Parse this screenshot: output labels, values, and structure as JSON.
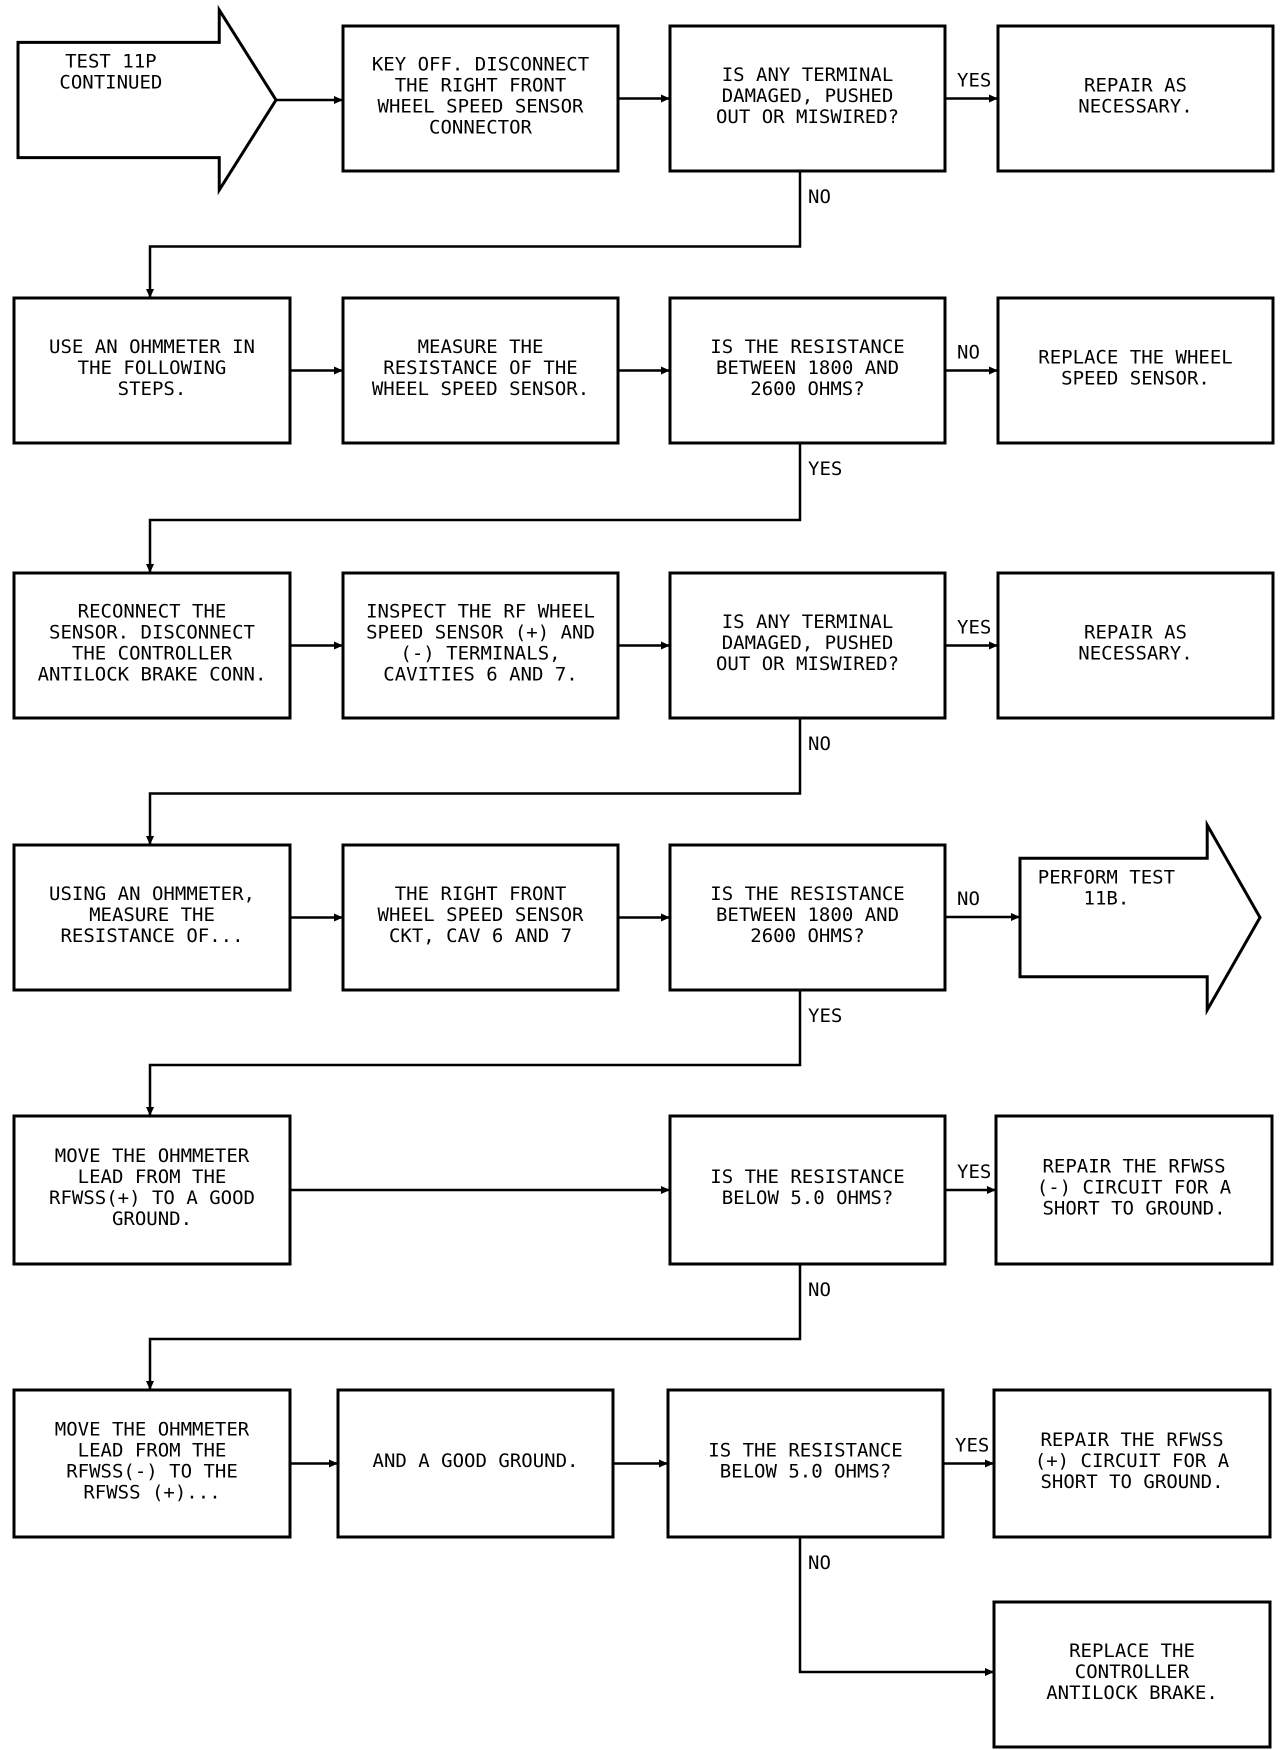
{
  "flowchart": {
    "nodes": {
      "start": {
        "shape": "arrow",
        "lines": [
          "TEST 11P",
          "CONTINUED"
        ]
      },
      "key_off": {
        "shape": "box",
        "lines": [
          "KEY OFF. DISCONNECT",
          "THE RIGHT FRONT",
          "WHEEL SPEED SENSOR",
          "CONNECTOR"
        ]
      },
      "q1": {
        "shape": "box",
        "lines": [
          "IS ANY TERMINAL",
          "DAMAGED, PUSHED",
          "OUT OR MISWIRED?"
        ]
      },
      "repair1": {
        "shape": "box",
        "lines": [
          "REPAIR AS",
          "NECESSARY."
        ]
      },
      "use_ohm": {
        "shape": "box",
        "lines": [
          "USE AN OHMMETER IN",
          "THE FOLLOWING",
          "STEPS."
        ]
      },
      "measure": {
        "shape": "box",
        "lines": [
          "MEASURE THE",
          "RESISTANCE OF THE",
          "WHEEL SPEED SENSOR."
        ]
      },
      "q2": {
        "shape": "box",
        "lines": [
          "IS THE RESISTANCE",
          "BETWEEN 1800 AND",
          "2600 OHMS?"
        ]
      },
      "replace_s": {
        "shape": "box",
        "lines": [
          "REPLACE THE WHEEL",
          "SPEED SENSOR."
        ]
      },
      "reconnect": {
        "shape": "box",
        "lines": [
          "RECONNECT THE",
          "SENSOR. DISCONNECT",
          "THE CONTROLLER",
          "ANTILOCK BRAKE CONN."
        ]
      },
      "inspect": {
        "shape": "box",
        "lines": [
          "INSPECT THE RF WHEEL",
          "SPEED SENSOR (+) AND",
          "(-) TERMINALS,",
          "CAVITIES 6 AND 7."
        ]
      },
      "q3": {
        "shape": "box",
        "lines": [
          "IS ANY TERMINAL",
          "DAMAGED, PUSHED",
          "OUT OR MISWIRED?"
        ]
      },
      "repair2": {
        "shape": "box",
        "lines": [
          "REPAIR AS",
          "NECESSARY."
        ]
      },
      "using_ohm": {
        "shape": "box",
        "lines": [
          "USING AN OHMMETER,",
          "MEASURE THE",
          "RESISTANCE OF..."
        ]
      },
      "rf_ckt": {
        "shape": "box",
        "lines": [
          "THE RIGHT FRONT",
          "WHEEL SPEED SENSOR",
          "CKT, CAV 6 AND 7"
        ]
      },
      "q4": {
        "shape": "box",
        "lines": [
          "IS THE RESISTANCE",
          "BETWEEN 1800 AND",
          "2600 OHMS?"
        ]
      },
      "test11b": {
        "shape": "arrow",
        "lines": [
          "PERFORM TEST",
          "11B."
        ]
      },
      "move1": {
        "shape": "box",
        "lines": [
          "MOVE THE OHMMETER",
          "LEAD FROM THE",
          "RFWSS(+) TO A GOOD",
          "GROUND."
        ]
      },
      "q5": {
        "shape": "box",
        "lines": [
          "IS THE RESISTANCE",
          "BELOW 5.0 OHMS?"
        ]
      },
      "repair_neg": {
        "shape": "box",
        "lines": [
          "REPAIR THE RFWSS",
          "(-) CIRCUIT FOR A",
          "SHORT TO GROUND."
        ]
      },
      "move2": {
        "shape": "box",
        "lines": [
          "MOVE THE OHMMETER",
          "LEAD FROM THE",
          "RFWSS(-) TO THE",
          "RFWSS (+)..."
        ]
      },
      "good_gnd": {
        "shape": "box",
        "lines": [
          "AND A GOOD GROUND."
        ]
      },
      "q6": {
        "shape": "box",
        "lines": [
          "IS THE RESISTANCE",
          "BELOW 5.0 OHMS?"
        ]
      },
      "repair_pos": {
        "shape": "box",
        "lines": [
          "REPAIR THE RFWSS",
          "(+) CIRCUIT FOR A",
          "SHORT TO GROUND."
        ]
      },
      "replace_c": {
        "shape": "box",
        "lines": [
          "REPLACE THE",
          "CONTROLLER",
          "ANTILOCK BRAKE."
        ]
      }
    },
    "edges": [
      {
        "from": "start",
        "to": "key_off",
        "label": ""
      },
      {
        "from": "key_off",
        "to": "q1",
        "label": ""
      },
      {
        "from": "q1",
        "to": "repair1",
        "label": "YES"
      },
      {
        "from": "q1",
        "to": "use_ohm",
        "label": "NO"
      },
      {
        "from": "use_ohm",
        "to": "measure",
        "label": ""
      },
      {
        "from": "measure",
        "to": "q2",
        "label": ""
      },
      {
        "from": "q2",
        "to": "replace_s",
        "label": "NO"
      },
      {
        "from": "q2",
        "to": "reconnect",
        "label": "YES"
      },
      {
        "from": "reconnect",
        "to": "inspect",
        "label": ""
      },
      {
        "from": "inspect",
        "to": "q3",
        "label": ""
      },
      {
        "from": "q3",
        "to": "repair2",
        "label": "YES"
      },
      {
        "from": "q3",
        "to": "using_ohm",
        "label": "NO"
      },
      {
        "from": "using_ohm",
        "to": "rf_ckt",
        "label": ""
      },
      {
        "from": "rf_ckt",
        "to": "q4",
        "label": ""
      },
      {
        "from": "q4",
        "to": "test11b",
        "label": "NO"
      },
      {
        "from": "q4",
        "to": "move1",
        "label": "YES"
      },
      {
        "from": "move1",
        "to": "q5",
        "label": ""
      },
      {
        "from": "q5",
        "to": "repair_neg",
        "label": "YES"
      },
      {
        "from": "q5",
        "to": "move2",
        "label": "NO"
      },
      {
        "from": "move2",
        "to": "good_gnd",
        "label": ""
      },
      {
        "from": "good_gnd",
        "to": "q6",
        "label": ""
      },
      {
        "from": "q6",
        "to": "repair_pos",
        "label": "YES"
      },
      {
        "from": "q6",
        "to": "replace_c",
        "label": "NO"
      }
    ]
  }
}
